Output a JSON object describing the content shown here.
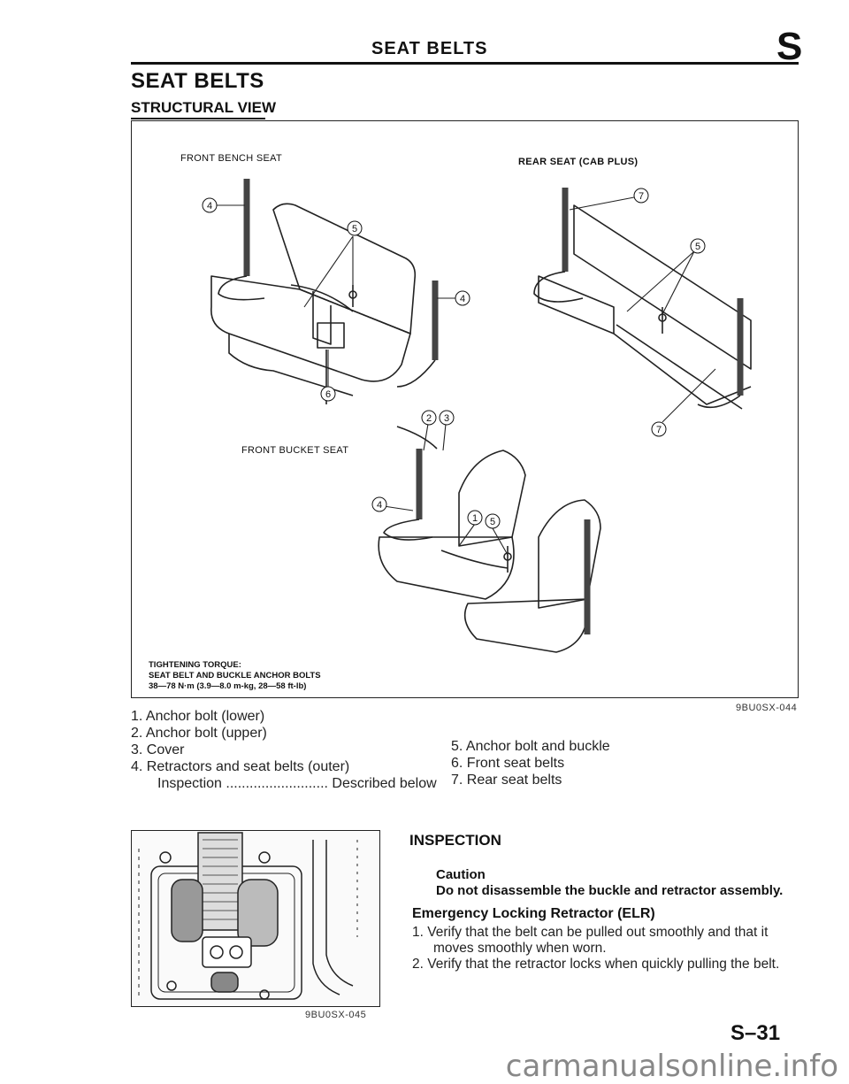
{
  "header": {
    "title": "SEAT BELTS",
    "section_letter": "S"
  },
  "page": {
    "title": "SEAT BELTS",
    "subtitle": "STRUCTURAL VIEW"
  },
  "figure": {
    "label_front_bench": "FRONT BENCH SEAT",
    "label_rear_seat": "REAR SEAT (CAB PLUS)",
    "label_front_bucket": "FRONT BUCKET SEAT",
    "torque_title": "TIGHTENING TORQUE:",
    "torque_line": "SEAT BELT AND BUCKLE ANCHOR BOLTS",
    "torque_values": "38—78 N·m (3.9—8.0 m-kg, 28—58 ft-lb)",
    "code": "9BU0SX-044",
    "callouts": {
      "c1": "1",
      "c2": "2",
      "c3": "3",
      "c4": "4",
      "c5": "5",
      "c6": "6",
      "c7": "7"
    }
  },
  "legend": {
    "left": [
      "1. Anchor bolt (lower)",
      "2. Anchor bolt (upper)",
      "3. Cover",
      "4. Retractors and seat belts (outer)"
    ],
    "inspection_line": "Inspection .......................... Described below",
    "right": [
      "5. Anchor bolt and buckle",
      "6. Front seat belts",
      "7. Rear seat belts"
    ]
  },
  "photo": {
    "code": "9BU0SX-045"
  },
  "inspection": {
    "heading": "INSPECTION",
    "caution_title": "Caution",
    "caution_text": "Do not disassemble the buckle and retractor assembly.",
    "elr_heading": "Emergency Locking Retractor (ELR)",
    "step1_a": "1. Verify that the belt can be pulled out smoothly and that it",
    "step1_b": "moves smoothly when worn.",
    "step2": "2. Verify that the retractor locks when quickly pulling the belt."
  },
  "page_number": "S–31",
  "watermark": "carmanualsonline.info"
}
